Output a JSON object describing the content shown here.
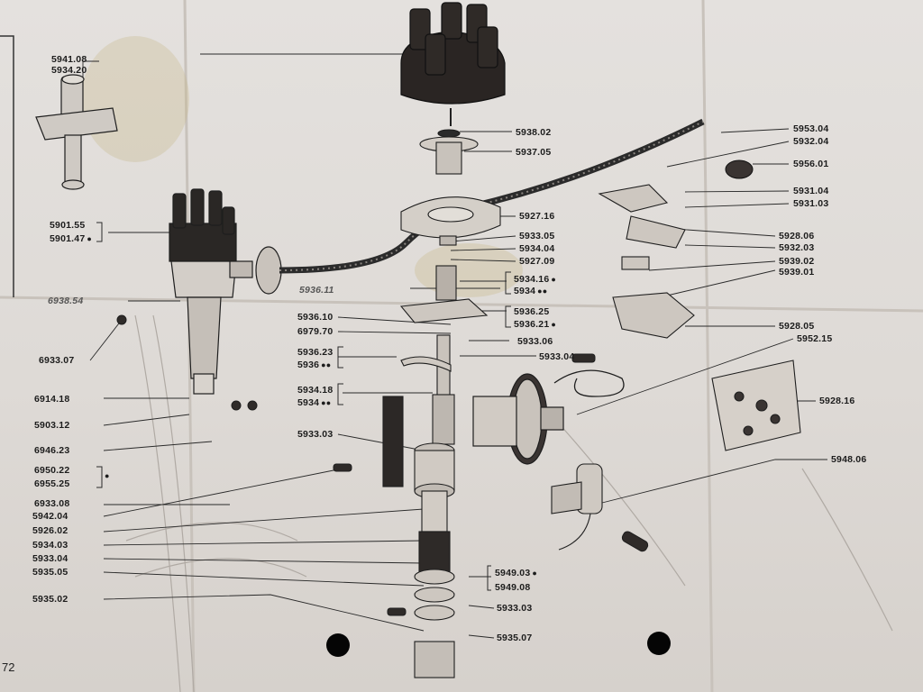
{
  "page": {
    "number": "72"
  },
  "parts": {
    "p5941_08": "5941.08",
    "p5934_20": "5934.20",
    "p5901_55": "5901.55",
    "p5901_47": "5901.47",
    "p6938_54": "6938.54",
    "p6933_07": "6933.07",
    "p6914_18": "6914.18",
    "p5903_12": "5903.12",
    "p6946_23": "6946.23",
    "p6950_22": "6950.22",
    "p6955_25": "6955.25",
    "p6933_08": "6933.08",
    "p5942_04": "5942.04",
    "p5926_02": "5926.02",
    "p5934_03": "5934.03",
    "p5933_04_left": "5933.04",
    "p5935_05": "5935.05",
    "p5935_02": "5935.02",
    "p5938_02": "5938.02",
    "p5937_05": "5937.05",
    "p5927_16": "5927.16",
    "p5933_05": "5933.05",
    "p5934_04": "5934.04",
    "p5927_09": "5927.09",
    "p5934_16": "5934.16",
    "p5934_a": "5934",
    "p5936_11": "5936.11",
    "p5936_25": "5936.25",
    "p5936_21": "5936.21",
    "p5936_10": "5936.10",
    "p6979_70": "6979.70",
    "p5933_06": "5933.06",
    "p5936_23": "5936.23",
    "p5936": "5936",
    "p5933_04_mid": "5933.04",
    "p5934_18": "5934.18",
    "p5934_b": "5934",
    "p5933_03_left": "5933.03",
    "p5949_03": "5949.03",
    "p5949_08": "5949.08",
    "p5933_03_right": "5933.03",
    "p5935_07": "5935.07",
    "p5953_04": "5953.04",
    "p5932_04": "5932.04",
    "p5956_01": "5956.01",
    "p5931_04": "5931.04",
    "p5931_03": "5931.03",
    "p5928_06": "5928.06",
    "p5932_03": "5932.03",
    "p5939_02": "5939.02",
    "p5939_01": "5939.01",
    "p5928_05": "5928.05",
    "p5952_15": "5952.15",
    "p5928_16": "5928.16",
    "p5948_06": "5948.06"
  },
  "marks": {
    "dot": "●",
    "double_dot": "●●"
  }
}
